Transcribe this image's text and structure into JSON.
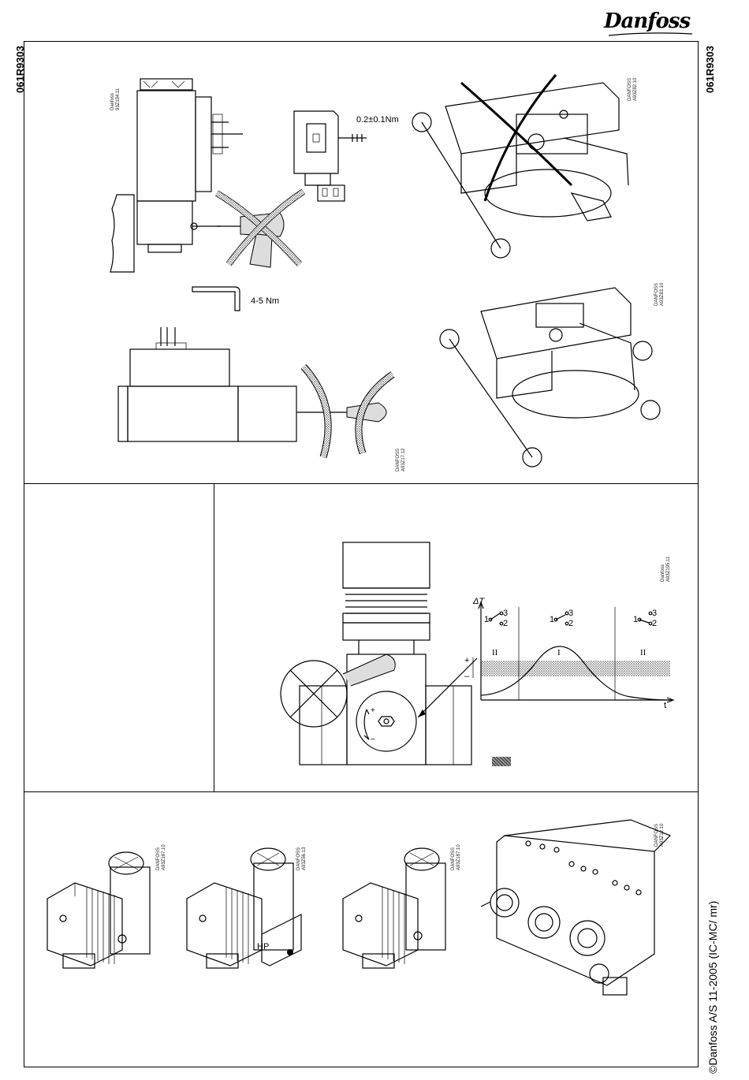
{
  "brand": {
    "logo_text": "Danfoss"
  },
  "doc_code_left": "061R9303",
  "doc_code_right": "061R9303",
  "copyright": "©Danfoss A/S 11-2005 (IC-MC/ mr)",
  "section1": {
    "ref_a": "Danfoss\n93Z194.11",
    "ref_b": "DANFOSS\nA93Z82.10",
    "ref_c": "DANFOSS\nA93Z83.10",
    "ref_d": "DANFOSS\nA93Z17.12",
    "torque_small": "0.2±0.1Nm",
    "torque_hex": "4-5 Nm"
  },
  "section2": {
    "ref": "Danfoss\nA93Z195.11",
    "axis_y": "ΔT",
    "axis_x": "t",
    "switch_left": {
      "c1": "1",
      "c3": "3",
      "c2": "2"
    },
    "switch_mid": {
      "c1": "1",
      "c3": "3",
      "c2": "2"
    },
    "switch_right": {
      "c1": "1",
      "c3": "3",
      "c2": "2"
    },
    "zone_left": "II",
    "zone_mid": "I",
    "zone_right": "II",
    "plus": "+",
    "minus": "–",
    "knob_plus": "+",
    "knob_minus": "–"
  },
  "section3": {
    "ref_1": "DANFOSS\nA93Z187.10",
    "ref_2": "DANFOSS\nA93Z56.13",
    "ref_3": "DANFOSS\nA93Z187.10",
    "ref_4": "DANFOSS\nA93Z12.10",
    "hp_label": "HP"
  }
}
